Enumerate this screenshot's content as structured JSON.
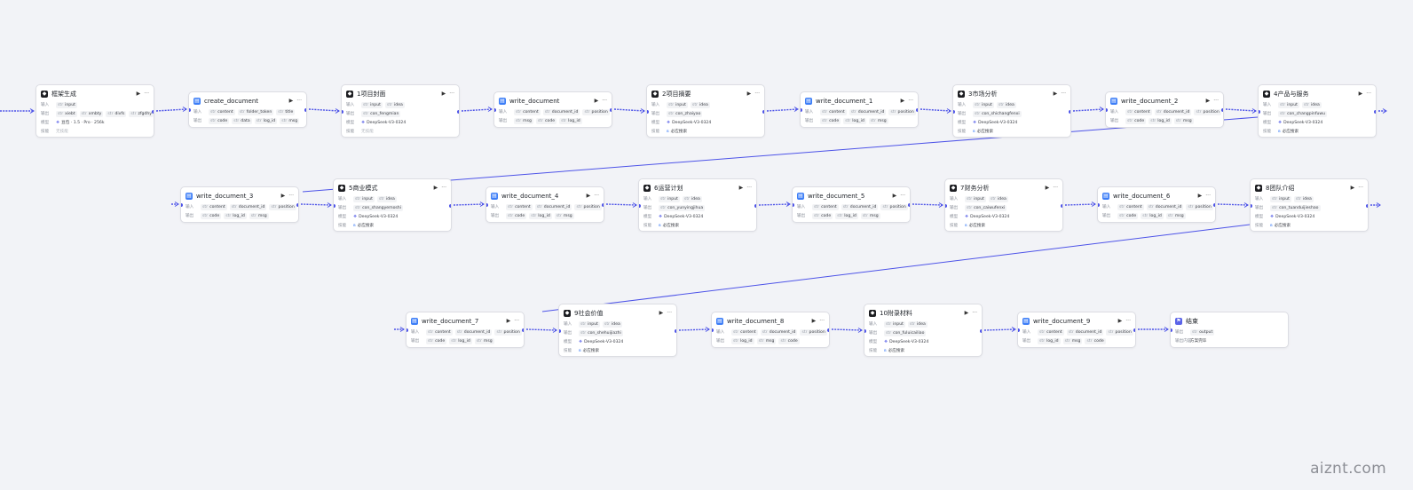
{
  "watermark": "aiznt.com",
  "labels": {
    "input": "输入",
    "output": "输出",
    "model": "模型",
    "skill": "技能",
    "output_content": "输出内容"
  },
  "chip_tags": {
    "str": "str",
    "obj": "obj",
    "num": "num"
  },
  "icons": {
    "llm": "llm-node-icon",
    "doc": "document-tool-icon",
    "end": "end-flag-icon",
    "run": "play-icon",
    "more": "more-dots-icon",
    "port": "connection-port"
  },
  "colors": {
    "edge": "#4d53e8",
    "llm_icon": "#1d1e22",
    "doc_icon": "#3d7ef7",
    "end_icon": "#5a63e8"
  },
  "nodes": [
    {
      "id": "n0",
      "kind": "llm",
      "title": "框架生成",
      "rows": [
        {
          "label": "输入",
          "chips": [
            "input"
          ]
        },
        {
          "label": "输出",
          "chips": [
            "xiebt",
            "xmbty",
            "divfs",
            "zfgdhy",
            "…"
          ]
        },
        {
          "label": "模型",
          "model": "豆包 · 1.5 · Pro · 256k"
        },
        {
          "label": "技能",
          "value": "无技能"
        }
      ]
    },
    {
      "id": "n1",
      "kind": "tool",
      "title": "create_document",
      "rows": [
        {
          "label": "输入",
          "chips": [
            "content",
            "folder_token",
            "title"
          ]
        },
        {
          "label": "输出",
          "chips": [
            "code",
            "data",
            "log_id",
            "msg"
          ]
        }
      ]
    },
    {
      "id": "n2",
      "kind": "llm",
      "title": "1项目封面",
      "rows": [
        {
          "label": "输入",
          "chips": [
            "input",
            "idea"
          ]
        },
        {
          "label": "输出",
          "chips": [
            "con_fengmian"
          ]
        },
        {
          "label": "模型",
          "model": "DeepSeek-V3-0324"
        },
        {
          "label": "技能",
          "value": "无技能"
        }
      ]
    },
    {
      "id": "n3",
      "kind": "tool",
      "title": "write_document",
      "rows": [
        {
          "label": "输入",
          "chips": [
            "content",
            "document_id",
            "position"
          ]
        },
        {
          "label": "输出",
          "chips": [
            "msg",
            "code",
            "log_id"
          ]
        }
      ]
    },
    {
      "id": "n4",
      "kind": "llm",
      "title": "2项目摘要",
      "rows": [
        {
          "label": "输入",
          "chips": [
            "input",
            "idea"
          ]
        },
        {
          "label": "输出",
          "chips": [
            "con_zhaiyao"
          ]
        },
        {
          "label": "模型",
          "model": "DeepSeek-V3-0324"
        },
        {
          "label": "技能",
          "skill": "必应搜索"
        }
      ]
    },
    {
      "id": "n5",
      "kind": "tool",
      "title": "write_document_1",
      "rows": [
        {
          "label": "输入",
          "chips": [
            "content",
            "document_id",
            "position"
          ]
        },
        {
          "label": "输出",
          "chips": [
            "code",
            "log_id",
            "msg"
          ]
        }
      ]
    },
    {
      "id": "n6",
      "kind": "llm",
      "title": "3市场分析",
      "rows": [
        {
          "label": "输入",
          "chips": [
            "input",
            "idea"
          ]
        },
        {
          "label": "输出",
          "chips": [
            "con_shichangfenxi"
          ]
        },
        {
          "label": "模型",
          "model": "DeepSeek-V3-0324"
        },
        {
          "label": "技能",
          "skill": "必应搜索"
        }
      ]
    },
    {
      "id": "n7",
      "kind": "tool",
      "title": "write_document_2",
      "rows": [
        {
          "label": "输入",
          "chips": [
            "content",
            "document_id",
            "position"
          ]
        },
        {
          "label": "输出",
          "chips": [
            "code",
            "log_id",
            "msg"
          ]
        }
      ]
    },
    {
      "id": "n8",
      "kind": "llm",
      "title": "4产品与服务",
      "rows": [
        {
          "label": "输入",
          "chips": [
            "input",
            "idea"
          ]
        },
        {
          "label": "输出",
          "chips": [
            "con_changpinfuwu"
          ]
        },
        {
          "label": "模型",
          "model": "DeepSeek-V3-0324"
        },
        {
          "label": "技能",
          "skill": "必应搜索"
        }
      ]
    },
    {
      "id": "n9",
      "kind": "tool",
      "title": "write_document_3",
      "rows": [
        {
          "label": "输入",
          "chips": [
            "content",
            "document_id",
            "position"
          ]
        },
        {
          "label": "输出",
          "chips": [
            "code",
            "log_id",
            "msg"
          ]
        }
      ]
    },
    {
      "id": "n10",
      "kind": "llm",
      "title": "5商业模式",
      "rows": [
        {
          "label": "输入",
          "chips": [
            "input",
            "idea"
          ]
        },
        {
          "label": "输出",
          "chips": [
            "con_shangyemoshi"
          ]
        },
        {
          "label": "模型",
          "model": "DeepSeek-V3-0324"
        },
        {
          "label": "技能",
          "skill": "必应搜索"
        }
      ]
    },
    {
      "id": "n11",
      "kind": "tool",
      "title": "write_document_4",
      "rows": [
        {
          "label": "输入",
          "chips": [
            "content",
            "document_id",
            "position"
          ]
        },
        {
          "label": "输出",
          "chips": [
            "code",
            "log_id",
            "msg"
          ]
        }
      ]
    },
    {
      "id": "n12",
      "kind": "llm",
      "title": "6运营计划",
      "rows": [
        {
          "label": "输入",
          "chips": [
            "input",
            "idea"
          ]
        },
        {
          "label": "输出",
          "chips": [
            "con_yunyingjihua"
          ]
        },
        {
          "label": "模型",
          "model": "DeepSeek-V3-0324"
        },
        {
          "label": "技能",
          "skill": "必应搜索"
        }
      ]
    },
    {
      "id": "n13",
      "kind": "tool",
      "title": "write_document_5",
      "rows": [
        {
          "label": "输入",
          "chips": [
            "content",
            "document_id",
            "position"
          ]
        },
        {
          "label": "输出",
          "chips": [
            "code",
            "log_id",
            "msg"
          ]
        }
      ]
    },
    {
      "id": "n14",
      "kind": "llm",
      "title": "7财务分析",
      "rows": [
        {
          "label": "输入",
          "chips": [
            "input",
            "idea"
          ]
        },
        {
          "label": "输出",
          "chips": [
            "con_caiwufenxi"
          ]
        },
        {
          "label": "模型",
          "model": "DeepSeek-V3-0324"
        },
        {
          "label": "技能",
          "skill": "必应搜索"
        }
      ]
    },
    {
      "id": "n15",
      "kind": "tool",
      "title": "write_document_6",
      "rows": [
        {
          "label": "输入",
          "chips": [
            "content",
            "document_id",
            "position"
          ]
        },
        {
          "label": "输出",
          "chips": [
            "code",
            "log_id",
            "msg"
          ]
        }
      ]
    },
    {
      "id": "n16",
      "kind": "llm",
      "title": "8团队介绍",
      "rows": [
        {
          "label": "输入",
          "chips": [
            "input",
            "idea"
          ]
        },
        {
          "label": "输出",
          "chips": [
            "con_tuanduijieshao"
          ]
        },
        {
          "label": "模型",
          "model": "DeepSeek-V3-0324"
        },
        {
          "label": "技能",
          "skill": "必应搜索"
        }
      ]
    },
    {
      "id": "n17",
      "kind": "tool",
      "title": "write_document_7",
      "rows": [
        {
          "label": "输入",
          "chips": [
            "content",
            "document_id",
            "position"
          ]
        },
        {
          "label": "输出",
          "chips": [
            "code",
            "log_id",
            "msg"
          ]
        }
      ]
    },
    {
      "id": "n18",
      "kind": "llm",
      "title": "9社会价值",
      "rows": [
        {
          "label": "输入",
          "chips": [
            "input",
            "idea"
          ]
        },
        {
          "label": "输出",
          "chips": [
            "con_shehuijiazhi"
          ]
        },
        {
          "label": "模型",
          "model": "DeepSeek-V3-0324"
        },
        {
          "label": "技能",
          "skill": "必应搜索"
        }
      ]
    },
    {
      "id": "n19",
      "kind": "tool",
      "title": "write_document_8",
      "rows": [
        {
          "label": "输入",
          "chips": [
            "content",
            "document_id",
            "position"
          ]
        },
        {
          "label": "输出",
          "chips": [
            "log_id",
            "msg",
            "code"
          ]
        }
      ]
    },
    {
      "id": "n20",
      "kind": "llm",
      "title": "10附录材料",
      "rows": [
        {
          "label": "输入",
          "chips": [
            "input",
            "idea"
          ]
        },
        {
          "label": "输出",
          "chips": [
            "con_fuluicailiao"
          ]
        },
        {
          "label": "模型",
          "model": "DeepSeek-V3-0324"
        },
        {
          "label": "技能",
          "skill": "必应搜索"
        }
      ]
    },
    {
      "id": "n21",
      "kind": "tool",
      "title": "write_document_9",
      "rows": [
        {
          "label": "输入",
          "chips": [
            "content",
            "document_id",
            "position"
          ]
        },
        {
          "label": "输出",
          "chips": [
            "log_id",
            "msg",
            "code"
          ]
        }
      ]
    },
    {
      "id": "n22",
      "kind": "end",
      "title": "结束",
      "rows": [
        {
          "label": "输出",
          "chips": [
            "output"
          ]
        },
        {
          "label": "输出内容",
          "value": "方案完毕"
        }
      ]
    }
  ]
}
